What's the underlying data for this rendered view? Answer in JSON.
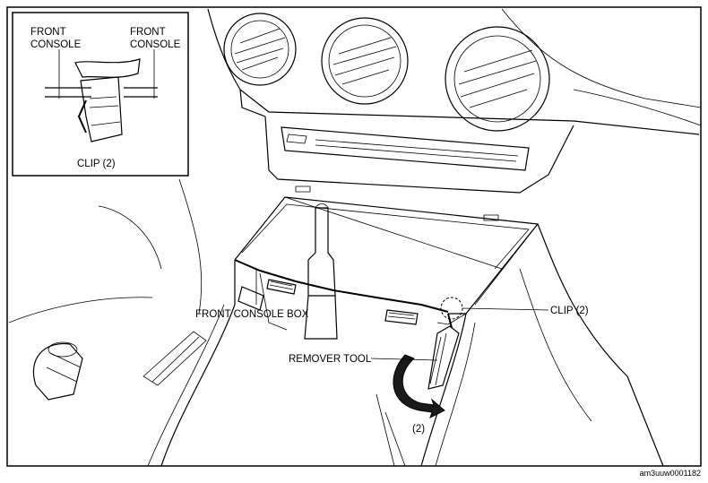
{
  "figure": {
    "reference_code": "am3uuw0001182",
    "inset": {
      "label_front_console_left": [
        "FRONT",
        "CONSOLE"
      ],
      "label_front_console_right": [
        "FRONT",
        "CONSOLE"
      ],
      "label_clip": "CLIP (2)"
    },
    "main": {
      "label_front_console_box": "FRONT CONSOLE BOX",
      "label_clip": "CLIP (2)",
      "label_remover_tool": "REMOVER TOOL",
      "label_step": "(2)"
    },
    "colors": {
      "line": "#000000",
      "background": "#ffffff",
      "arrow_fill": "#1a1a1a"
    }
  }
}
